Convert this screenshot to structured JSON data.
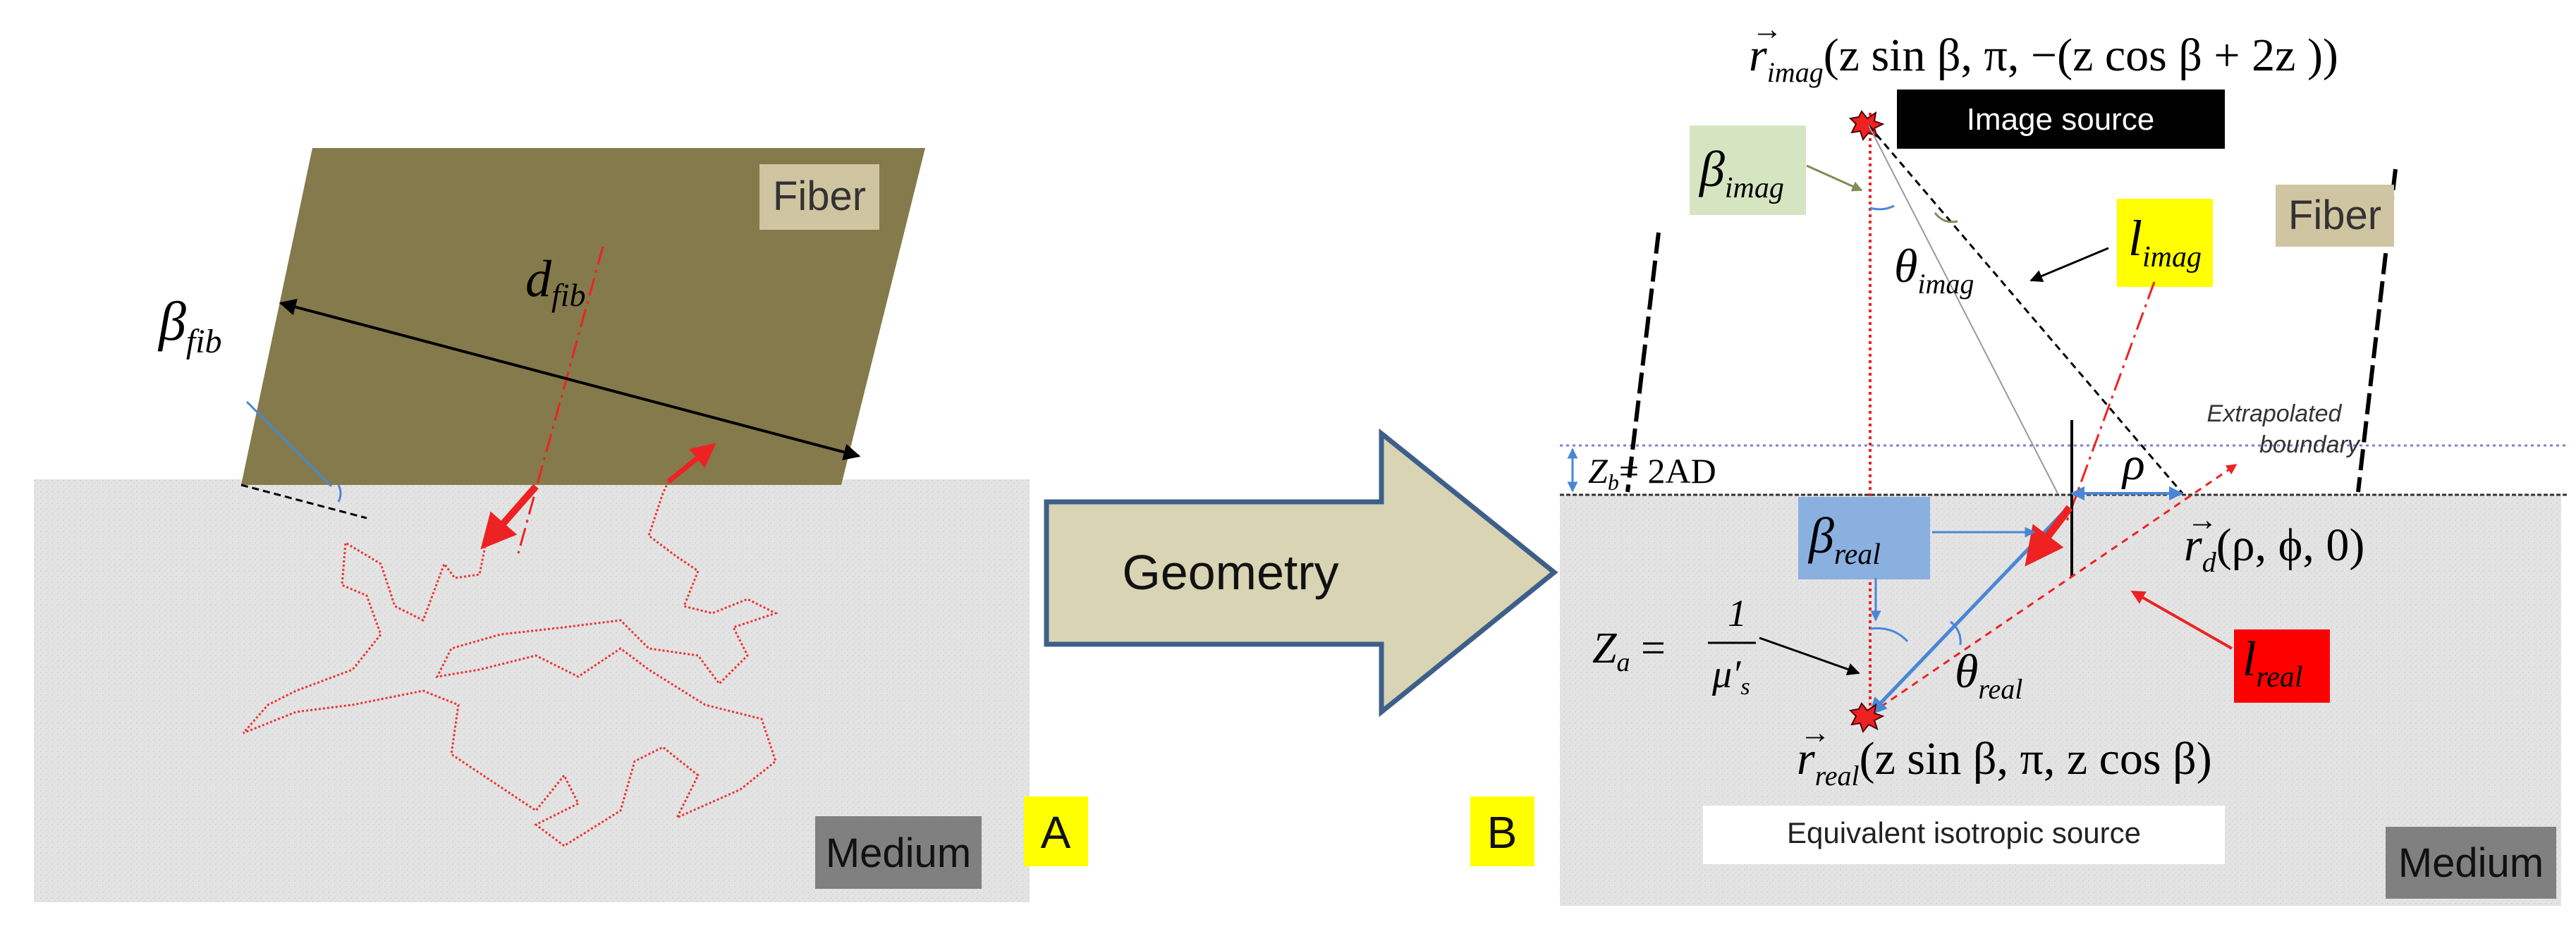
{
  "panel_a": {
    "fiber_label": "Fiber",
    "medium_label": "Medium",
    "panel_letter": "A",
    "beta_fib": {
      "symbol": "β",
      "sub": "fib"
    },
    "d_fib": {
      "symbol": "d",
      "sub": "fib"
    }
  },
  "arrow": {
    "label": "Geometry"
  },
  "panel_b": {
    "panel_letter": "B",
    "fiber_label": "Fiber",
    "medium_label": "Medium",
    "image_source_label": "Image source",
    "equivalent_source_label": "Equivalent isotropic source",
    "extrapolated_boundary_label_1": "Extrapolated",
    "extrapolated_boundary_label_2": "boundary",
    "r_imag_formula": "(z sin β, π, −(z cos β + 2z ))",
    "r_real_formula": "(z sin β, π, z cos β)",
    "r_d_formula": "(ρ, ϕ, 0)",
    "zb_formula": "= 2AD",
    "za_numerator": "1",
    "rho_symbol": "ρ",
    "beta_imag": {
      "symbol": "β",
      "sub": "imag"
    },
    "theta_imag": {
      "symbol": "θ",
      "sub": "imag"
    },
    "l_imag": {
      "symbol": "l",
      "sub": "imag"
    },
    "beta_real": {
      "symbol": "β",
      "sub": "real"
    },
    "theta_real": {
      "symbol": "θ",
      "sub": "real"
    },
    "l_real": {
      "symbol": "l",
      "sub": "real"
    },
    "colors": {
      "fiber_fill": "#857a4b",
      "medium_fill": "#e4e4e4",
      "red": "#ee2222",
      "blue": "#4a86d8",
      "yellow_box": "#ffff00",
      "green_box": "#d5e5c2",
      "blue_box": "#8ab0e0",
      "red_box": "#ff0000",
      "tan_box": "#cfc5a0",
      "black_box": "#000000",
      "gray_box": "#808080",
      "arrow_fill": "#d8d4b4",
      "arrow_stroke": "#3e5f8a",
      "boundary_dotted": "#8a7ad6"
    }
  }
}
